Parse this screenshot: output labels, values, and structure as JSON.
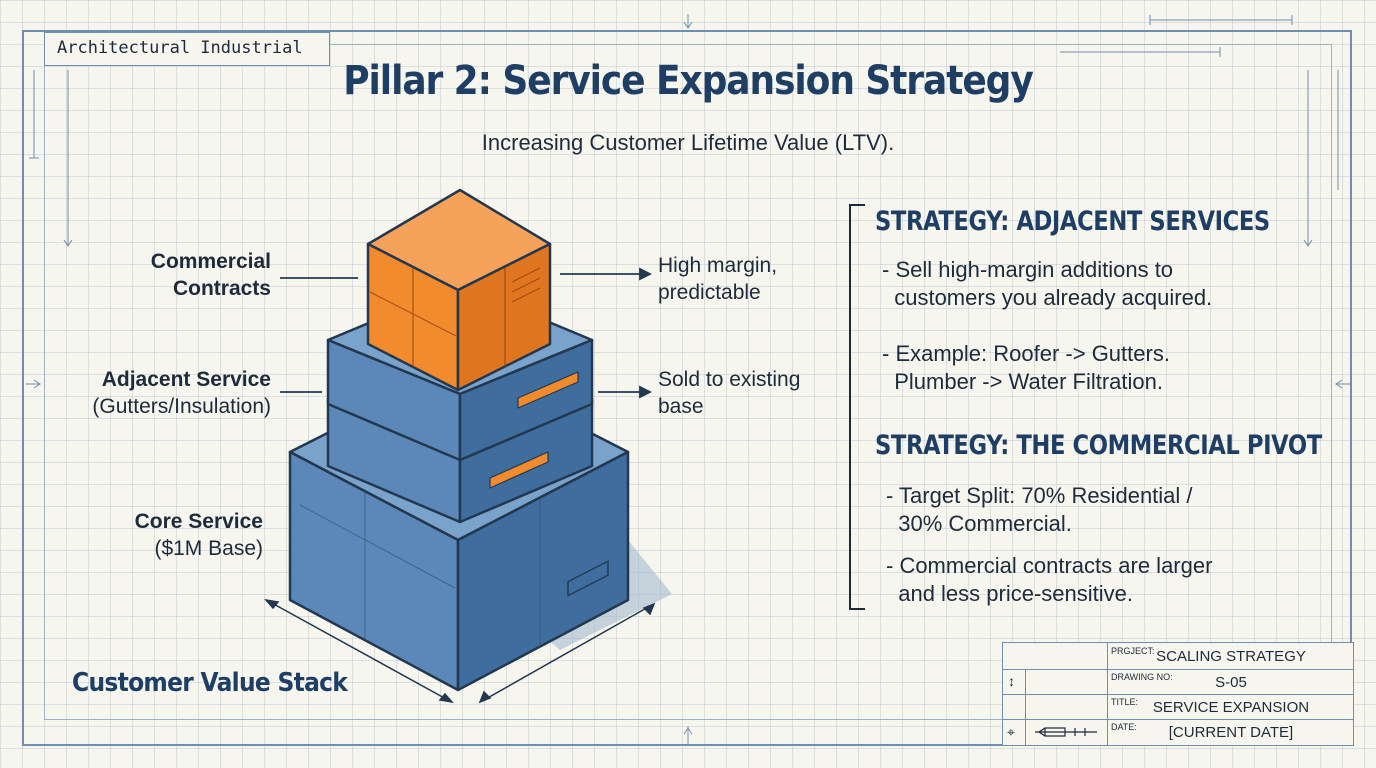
{
  "tag": "Architectural Industrial",
  "title": "Pillar 2: Service Expansion Strategy",
  "subtitle": "Increasing Customer Lifetime Value (LTV).",
  "stack": {
    "caption": "Customer Value Stack",
    "layers": [
      {
        "name": "Commercial",
        "name2": "Contracts",
        "note1": "High margin,",
        "note2": "predictable"
      },
      {
        "name": "Adjacent Service",
        "detail": "(Gutters/Insulation)",
        "note1": "Sold to existing",
        "note2": "base"
      },
      {
        "name": "Core Service",
        "detail": "($1M Base)"
      }
    ]
  },
  "strategies": [
    {
      "heading": "STRATEGY: ADJACENT SERVICES",
      "bullets": [
        [
          "- Sell high-margin additions to",
          "  customers you already acquired."
        ],
        [
          "- Example: Roofer -> Gutters.",
          "  Plumber -> Water Filtration."
        ]
      ]
    },
    {
      "heading": "STRATEGY: THE COMMERCIAL PIVOT",
      "bullets": [
        [
          "- Target Split: 70% Residential /",
          "  30% Commercial."
        ],
        [
          "- Commercial contracts are larger",
          "  and less price-sensitive."
        ]
      ]
    }
  ],
  "titleblock": {
    "project_key": "PRGJECT:",
    "project": "SCALING STRATEGY",
    "drawing_key": "DRAWING NO:",
    "drawing": "S-05",
    "title_key": "TITLE:",
    "title": "SERVICE EXPANSION",
    "date_key": "DATE:",
    "date": "[CURRENT DATE]"
  },
  "colors": {
    "navy": "#1e3e63",
    "blue": "#5b88b8",
    "orange": "#f28a2e"
  }
}
